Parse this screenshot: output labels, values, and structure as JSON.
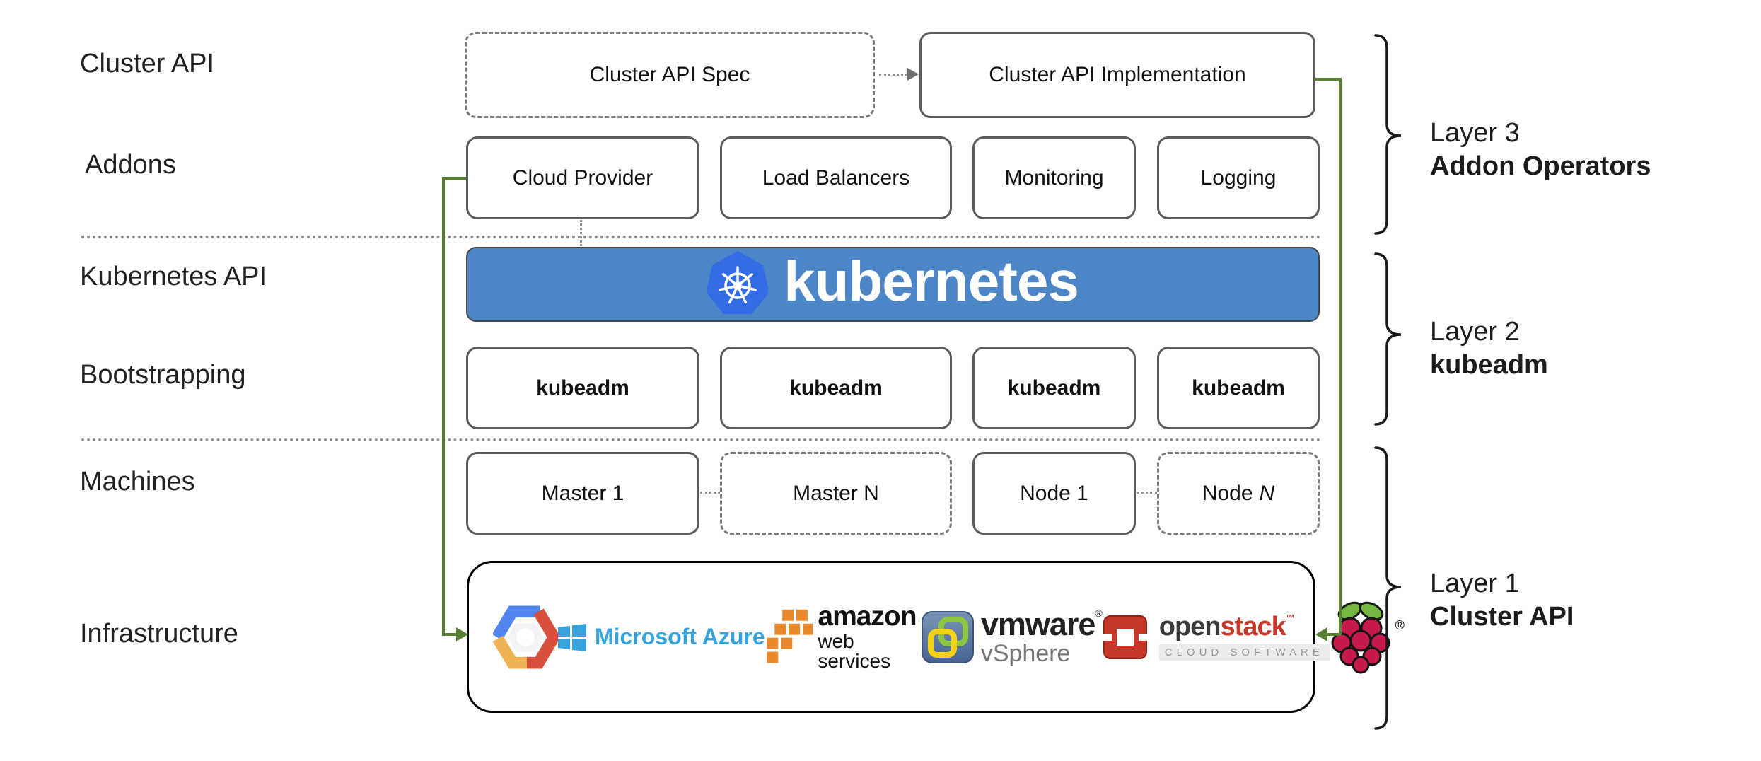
{
  "row_labels": {
    "cluster_api": "Cluster API",
    "addons": "Addons",
    "kubernetes_api": "Kubernetes API",
    "bootstrapping": "Bootstrapping",
    "machines": "Machines",
    "infrastructure": "Infrastructure"
  },
  "top_row": {
    "spec": "Cluster API Spec",
    "implementation": "Cluster API Implementation"
  },
  "addons_row": {
    "items": [
      "Cloud Provider",
      "Load Balancers",
      "Monitoring",
      "Logging"
    ]
  },
  "kubernetes_banner": {
    "wordmark": "kubernetes"
  },
  "bootstrapping_row": {
    "items": [
      "kubeadm",
      "kubeadm",
      "kubeadm",
      "kubeadm"
    ]
  },
  "machines_row": {
    "master1": "Master 1",
    "masterN": "Master N",
    "node1": "Node 1",
    "nodeN_prefix": "Node",
    "nodeN_italic": "N"
  },
  "infrastructure_row": {
    "logos": {
      "gcp": {
        "name": "google-cloud-platform"
      },
      "azure": {
        "text": "Microsoft Azure"
      },
      "aws": {
        "line1": "amazon",
        "line2": "web services"
      },
      "vmware": {
        "line1": "vmware",
        "reg": "®",
        "line2": "vSphere"
      },
      "openstack": {
        "part_open": "open",
        "part_stack": "stack",
        "tm": "™",
        "line2": "CLOUD SOFTWARE"
      },
      "raspberry_pi": {
        "reg": "®"
      }
    }
  },
  "layers": {
    "layer3": {
      "line1": "Layer 3",
      "line2": "Addon Operators"
    },
    "layer2": {
      "line1": "Layer 2",
      "line2": "kubeadm"
    },
    "layer1": {
      "line1": "Layer 1",
      "line2": "Cluster API"
    }
  },
  "colors": {
    "banner_blue": "#4d86c6",
    "kubernetes_logo_blue": "#326de6",
    "connector_green": "#567f31",
    "solid_border_gray": "#5c5c5c",
    "dashed_border_gray": "#7a7a7a",
    "azure_blue": "#36a3dc",
    "aws_orange": "#e8882b",
    "openstack_red": "#c6382a",
    "raspberry_crimson": "#c51a4a",
    "leaf_green": "#75b843"
  }
}
